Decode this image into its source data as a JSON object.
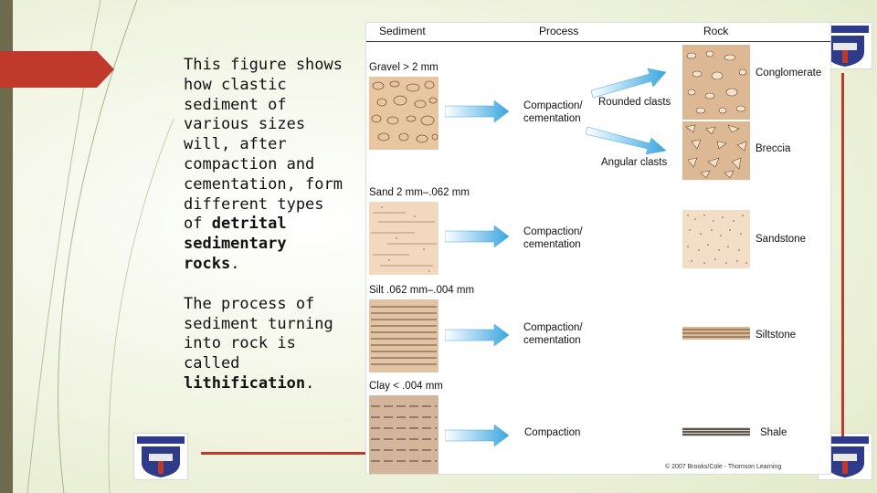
{
  "slide": {
    "paragraph1": {
      "text": "This figure shows how clastic sediment of various sizes will, after compaction and cementation, form different types of ",
      "bold": "detrital sedimentary rocks",
      "end": "."
    },
    "paragraph2": {
      "text": "The process of sediment turning into rock is called ",
      "bold": "lithification",
      "end": "."
    }
  },
  "figure": {
    "headers": {
      "sediment": "Sediment",
      "process": "Process",
      "rock": "Rock"
    },
    "rows": {
      "gravel": "Gravel > 2 mm",
      "sand": "Sand 2 mm–.062 mm",
      "silt": "Silt .062 mm–.004 mm",
      "clay": "Clay < .004 mm"
    },
    "processes": {
      "p1_line1": "Compaction/",
      "p1_line2": "cementation",
      "p2_line1": "Compaction/",
      "p2_line2": "cementation",
      "p3_line1": "Compaction/",
      "p3_line2": "cementation",
      "p4": "Compaction",
      "rounded": "Rounded clasts",
      "angular": "Angular clasts"
    },
    "rocks": {
      "conglomerate": "Conglomerate",
      "breccia": "Breccia",
      "sandstone": "Sandstone",
      "siltstone": "Siltstone",
      "shale": "Shale"
    },
    "copyright": "© 2007 Brooks/Cole - Thomson Learning"
  },
  "colors": {
    "accent_red": "#c0392b",
    "arrow_blue": "#3aa6e0",
    "sediment_tan": "#e9c9a3"
  }
}
